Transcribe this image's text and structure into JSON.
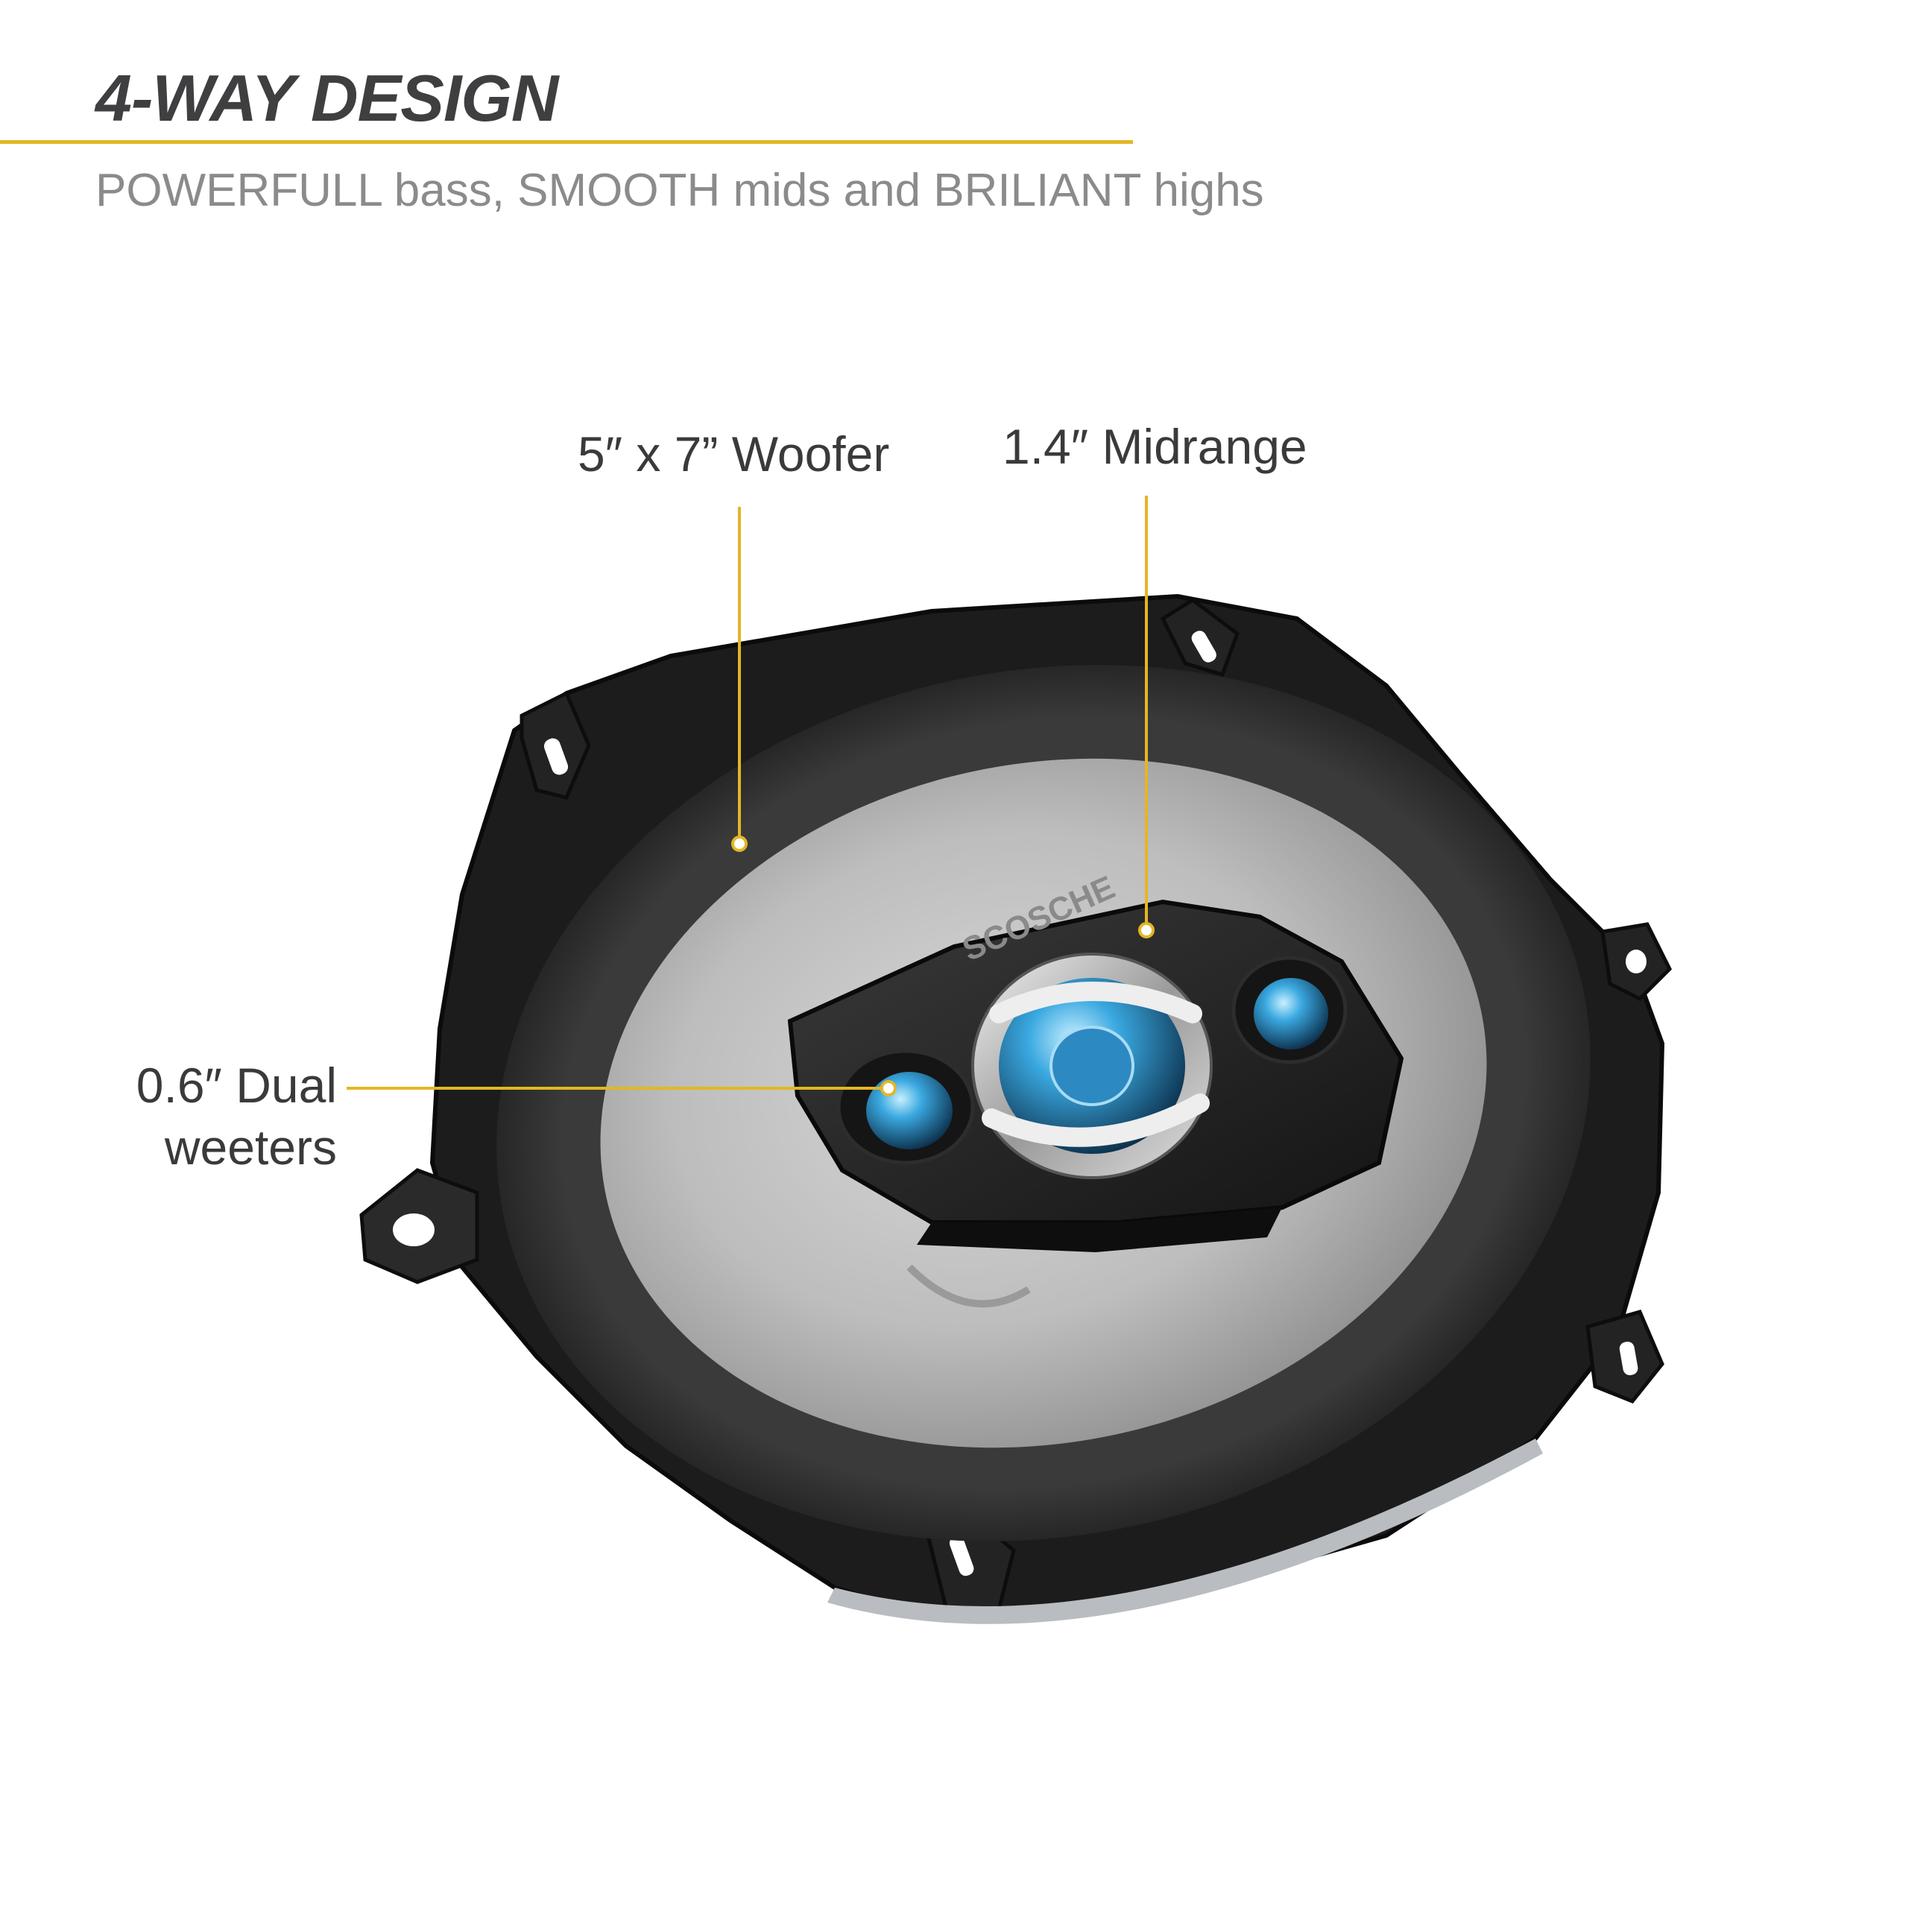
{
  "header": {
    "title": "4-WAY DESIGN",
    "subtitle": "POWERFULL bass, SMOOTH mids and BRILIANT highs"
  },
  "callouts": {
    "woofer": "5″ x 7” Woofer",
    "midrange": "1.4″ Midrange",
    "tweeters_line1": "0.6″ Dual",
    "tweeters_line2": "weeters"
  },
  "product": {
    "brand_mark": "SCOSCHE"
  },
  "colors": {
    "accent": "#e3b626",
    "title": "#3f3f41",
    "subtitle": "#8b8b8d",
    "driver_blue": "#3aa8e0"
  }
}
